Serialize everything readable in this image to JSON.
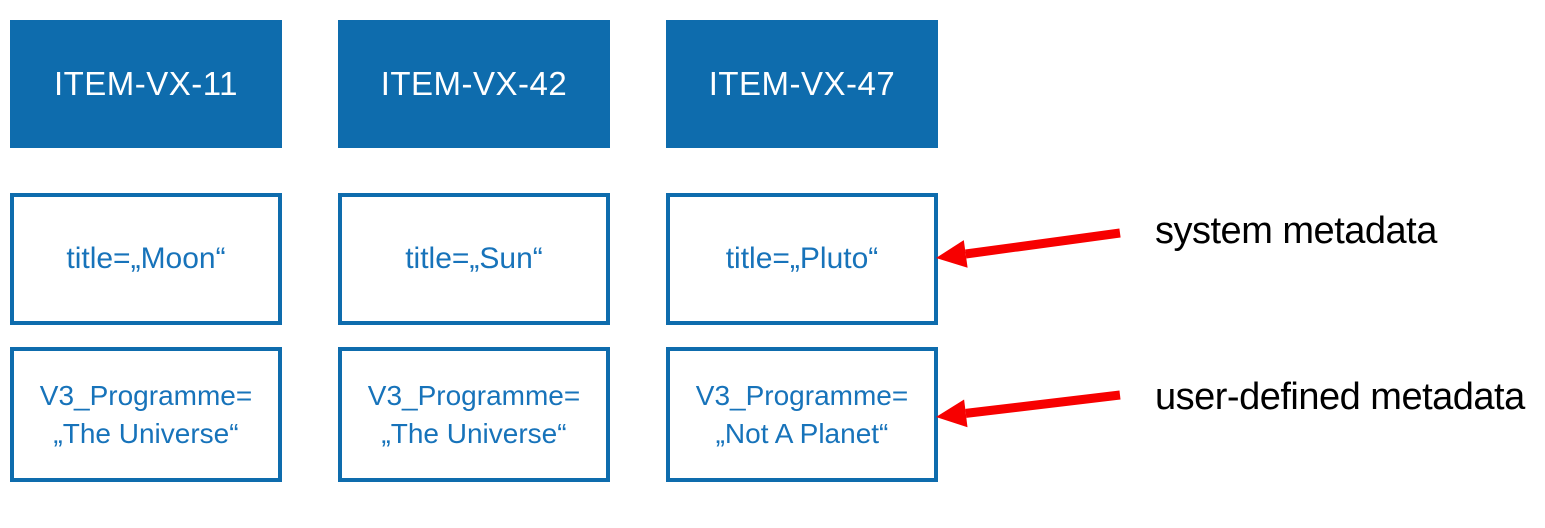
{
  "diagram": {
    "items": [
      {
        "id": "ITEM-VX-11",
        "system_metadata": "title=„Moon“",
        "user_metadata": [
          "V3_Programme=",
          "„The Universe“"
        ]
      },
      {
        "id": "ITEM-VX-42",
        "system_metadata": "title=„Sun“",
        "user_metadata": [
          "V3_Programme=",
          "„The Universe“"
        ]
      },
      {
        "id": "ITEM-VX-47",
        "system_metadata": "title=„Pluto“",
        "user_metadata": [
          "V3_Programme=",
          "„Not A Planet“"
        ]
      }
    ],
    "annotations": [
      {
        "label": "system metadata"
      },
      {
        "label": "user-defined metadata"
      }
    ]
  },
  "colors": {
    "accent_blue": "#0E6CAD",
    "box_text_blue": "#1773BA",
    "header_text": "#FFFFFF",
    "arrow_red": "#F70000",
    "label_text": "#000000"
  }
}
